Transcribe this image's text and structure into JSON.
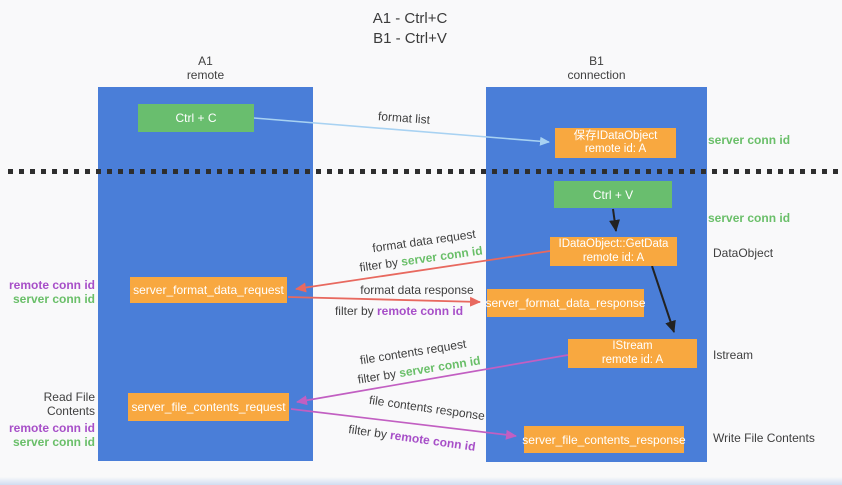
{
  "title": {
    "line1": "A1 - Ctrl+C",
    "line2": "B1 - Ctrl+V"
  },
  "lanes": {
    "a1": {
      "title": "A1",
      "subtitle": "remote"
    },
    "b1": {
      "title": "B1",
      "subtitle": "connection"
    }
  },
  "nodes": {
    "ctrl_c": {
      "label": "Ctrl + C"
    },
    "save_idataobject": {
      "line1": "保存IDataObject",
      "line2": "remote id: A"
    },
    "ctrl_v": {
      "label": "Ctrl + V"
    },
    "getdata": {
      "line1": "IDataObject::GetData",
      "line2": "remote id: A"
    },
    "format_request": {
      "label": "server_format_data_request"
    },
    "format_response": {
      "label": "server_format_data_response"
    },
    "istream": {
      "line1": "IStream",
      "line2": "remote id: A"
    },
    "file_request": {
      "label": "server_file_contents_request"
    },
    "file_response": {
      "label": "server_file_contents_response"
    }
  },
  "edge_labels": {
    "format_list": "format list",
    "format_data_request": "format data request",
    "format_data_response": "format data response",
    "file_contents_request": "file contents request",
    "file_contents_response": "file contents response",
    "filter_by": "filter by",
    "server_conn_id": "server conn id",
    "remote_conn_id": "remote conn id"
  },
  "side_labels": {
    "server_conn_id_1": "server conn id",
    "server_conn_id_2": "server conn id",
    "dataobject": "DataObject",
    "istream": "Istream",
    "write_file_contents": "Write File Contents",
    "read_file_contents": "Read File Contents",
    "left_top": {
      "remote": "remote conn id",
      "server": "server conn id"
    },
    "left_bottom": {
      "remote": "remote conn id",
      "server": "server conn id"
    }
  },
  "colors": {
    "lane_blue": "#4a7ed8",
    "box_green": "#69be6e",
    "box_orange": "#f8a840",
    "arrow_lightblue": "#a8d2f2",
    "arrow_red": "#e8695f",
    "arrow_magenta": "#c25fc2",
    "arrow_black": "#222222",
    "text_green": "#6abf69",
    "text_purple": "#a74fc8",
    "text_dark": "#3f3f3f",
    "background": "#f9f9fa"
  }
}
